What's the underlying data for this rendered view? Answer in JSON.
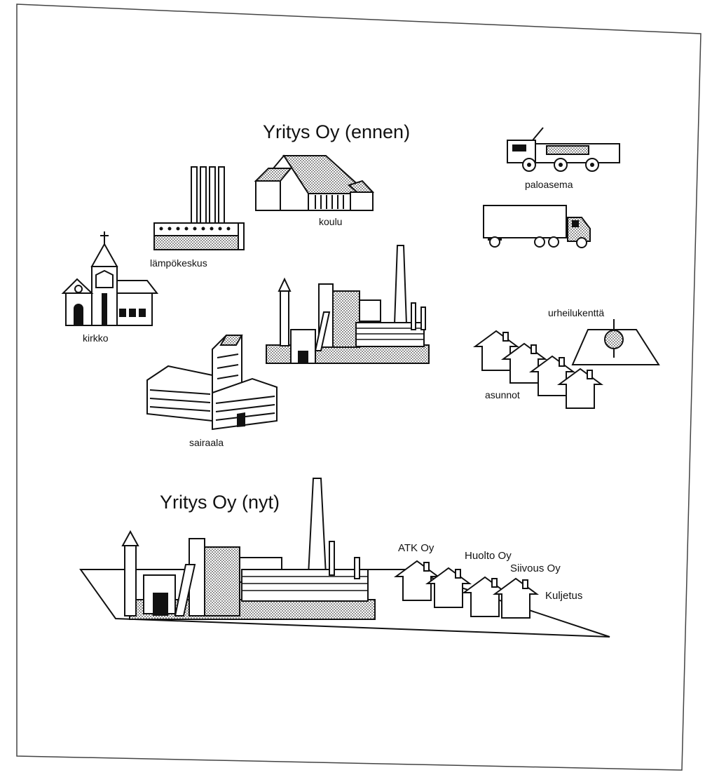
{
  "before": {
    "title": "Yritys Oy (ennen)",
    "labels": {
      "church": "kirkko",
      "heating": "lämpökeskus",
      "school": "koulu",
      "fire_station": "paloasema",
      "sports_field": "urheilukenttä",
      "housing": "asunnot",
      "hospital": "sairaala"
    }
  },
  "now": {
    "title": "Yritys Oy (nyt)",
    "companies": [
      "ATK Oy",
      "Huolto Oy",
      "Siivous Oy",
      "Kuljetus"
    ]
  },
  "style": {
    "ink": "#111111",
    "paper": "#ffffff",
    "page_border": "#444444"
  }
}
